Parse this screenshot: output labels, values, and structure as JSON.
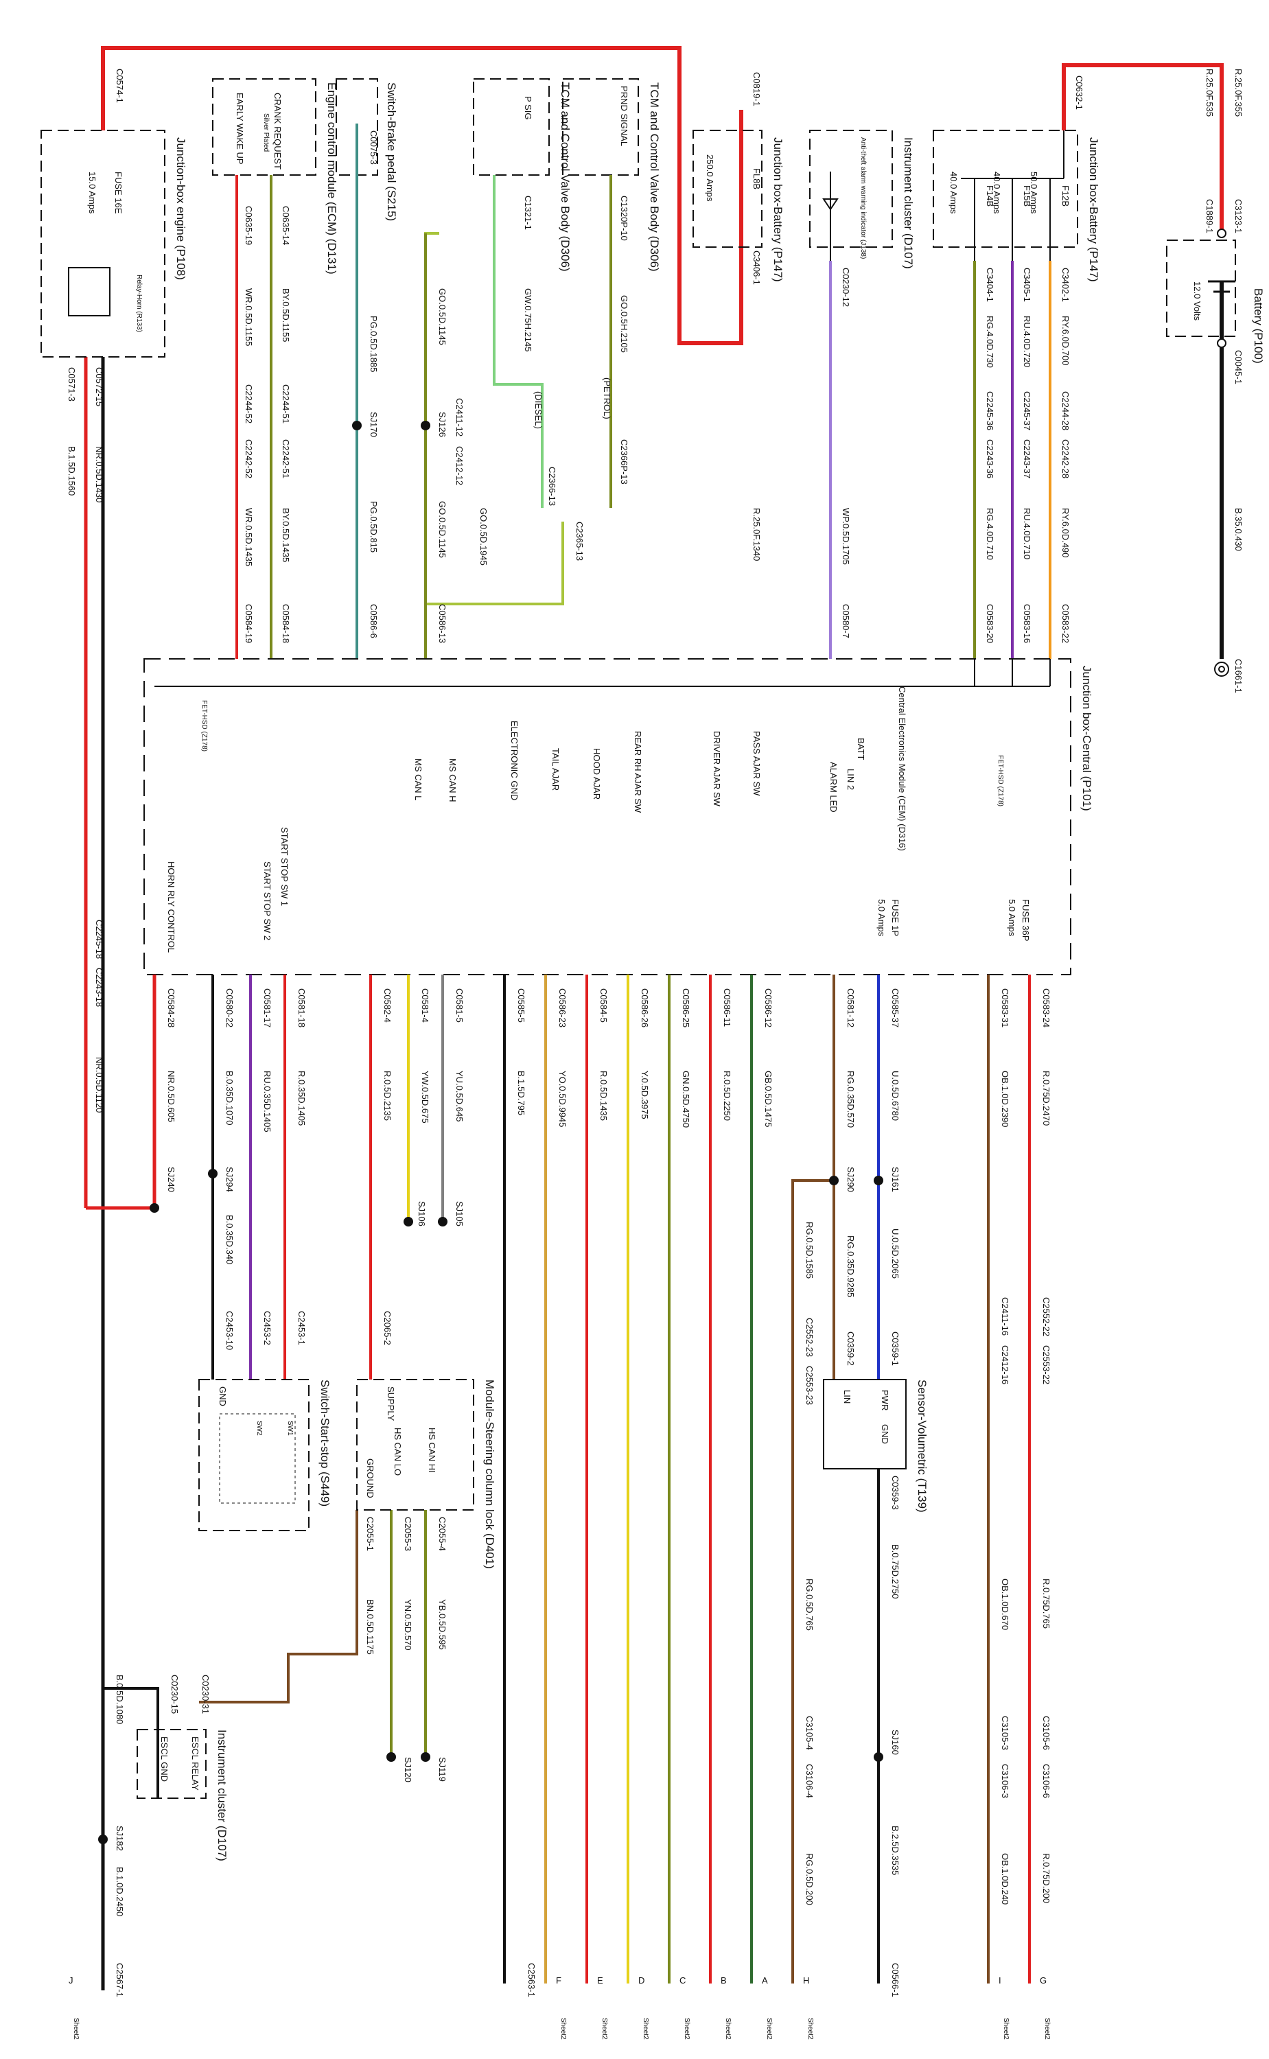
{
  "colors": {
    "red": "#e02020",
    "black": "#111111",
    "orange": "#f29a1c",
    "purple": "#7b2fa8",
    "olive": "#7a8a1e",
    "green": "#3c9a3c",
    "yellow": "#e6d21a",
    "brown": "#7a4a22",
    "blue": "#1f33c7",
    "teal": "#3f8f86",
    "grey": "#808080",
    "lightgreen": "#7fd27f",
    "gold": "#d4a23a",
    "darkgreen": "#2f6b2f",
    "violet": "#9d7bd8"
  },
  "components": {
    "battery": "Battery (P100)",
    "battery_volts": "12.0 Volts",
    "jb_battery": "Junction box-Battery (P147)",
    "jb_battery_fuses": [
      {
        "id": "F12B",
        "amps": "50.0 Amps"
      },
      {
        "id": "F15B",
        "amps": "40.0 Amps"
      },
      {
        "id": "F14B",
        "amps": "40.0 Amps"
      }
    ],
    "jb_battery2": "Junction box-Battery (P147)",
    "jb_battery2_fuse": "FL8B",
    "jb_battery2_amps": "250.0 Amps",
    "ic": "Instrument cluster (D107)",
    "ic_led": "Anti-theft alarm warning indicator (J138)",
    "tcm1": "TCM and Control Valve Body (D306)",
    "tcm1_pin": "PRND SIGNAL",
    "tcm2": "TCM and Control Valve Body (D306)",
    "tcm2_pin": "P SIG",
    "brake": "Switch-Brake pedal (S215)",
    "ecm": "Engine control module (ECM) (D131)",
    "ecm_pins": [
      "CRANK REQUEST",
      "EARLY WAKE UP"
    ],
    "ecm_note": "Silver Plated",
    "jb_engine": "Junction-box engine (P108)",
    "jb_engine_fuse": "FUSE 16E",
    "jb_engine_amps": "15.0 Amps",
    "relay": "Relay-Horn (R133)",
    "jb_central": "Junction box-Central (P101)",
    "cem": "Central Electronics Module (CEM) (D316)",
    "cem_pins": [
      "BATT",
      "LIN 2",
      "ALARM LED",
      "PASS AJAR SW",
      "DRIVER AJAR SW",
      "REAR RH AJAR SW",
      "HOOD AJAR",
      "TAIL AJAR",
      "ELECTRONIC GND",
      "MS CAN H",
      "MS CAN L",
      "START STOP SW 1",
      "START STOP SW 2",
      "HORN RLY CONTROL"
    ],
    "fet_hsd_1": "FET-HSD (Z178)",
    "fet_hsd_2": "FET-HSD (Z178)",
    "fuse36p": "FUSE 36P",
    "fuse36p_amps": "5.0 Amps",
    "fuse1p": "FUSE 1P",
    "fuse1p_amps": "5.0 Amps",
    "sensor": "Sensor-Volumetric (T139)",
    "sensor_pins": [
      "PWR",
      "GND",
      "LIN"
    ],
    "switch_start": "Switch-Start-stop (S449)",
    "switch_start_pins": [
      "SW1",
      "SW2",
      "GND"
    ],
    "steering": "Module-Steering column lock (D401)",
    "steering_pins": [
      "HS CAN HI",
      "HS CAN LO",
      "SUPPLY",
      "GROUND"
    ],
    "ic2": "Instrument cluster (D107)",
    "ic2_pins": [
      "ESCL RELAY",
      "ESCL GND"
    ]
  },
  "connectors": {
    "c0574": "C0574-1",
    "c0572": "C0572-15",
    "c0571": "C0571-3",
    "c0635_14": "C0635-14",
    "c0635_19": "C0635-19",
    "c0075": "C0075-3",
    "c1321": "C1321-1",
    "c1320": "C1320P-10",
    "c0819": "C0819-1",
    "c3406": "C3406-1",
    "c0230_12": "C0230-12",
    "c0632": "C0632-1",
    "c3404": "C3404-1",
    "c3405": "C3405-1",
    "c3402": "C3402-1",
    "c3123": "C3123-1",
    "c1889": "C1889-1",
    "c0045": "C0045-1",
    "c2244_51": "C2244-51",
    "c2244_52": "C2244-52",
    "c2242_51": "C2242-51",
    "c2242_52": "C2242-52",
    "c2411_12": "C2411-12",
    "c2412_12": "C2412-12",
    "c2366p": "C2366P-13",
    "c2366_13": "C2366-13",
    "c2365_13": "C2365-13",
    "c2245_36": "C2245-36",
    "c2243_36": "C2243-36",
    "c2245_37": "C2245-37",
    "c2243_37": "C2243-37",
    "c2244_28": "C2244-28",
    "c2242_28": "C2242-28",
    "c0584_19": "C0584-19",
    "c0584_18": "C0584-18",
    "c0586_6": "C0586-6",
    "c0586_13": "C0586-13",
    "c0580_7": "C0580-7",
    "c0583_20": "C0583-20",
    "c0583_16": "C0583-16",
    "c0583_22": "C0583-22",
    "c1661": "C1661-1",
    "c2245_18": "C2245-18",
    "c2243_18": "C2243-18",
    "c0584_28": "C0584-28",
    "c0580_22": "C0580-22",
    "c0581_17": "C0581-17",
    "c0581_18": "C0581-18",
    "c0582_4": "C0582-4",
    "c0581_4": "C0581-4",
    "c0581_5": "C0581-5",
    "c0585_5": "C0585-5",
    "c0586_23": "C0586-23",
    "c0584_5": "C0584-5",
    "c0586_26": "C0586-26",
    "c0586_25": "C0586-25",
    "c0586_11": "C0586-11",
    "c0586_12": "C0586-12",
    "c0581_12": "C0581-12",
    "c0585_37": "C0585-37",
    "c0583_31": "C0583-31",
    "c0583_24": "C0583-24",
    "c2453_10": "C2453-10",
    "c2453_2": "C2453-2",
    "c2453_1": "C2453-1",
    "c2065_2": "C2065-2",
    "c2055_4": "C2055-4",
    "c2055_3": "C2055-3",
    "c2055_1": "C2055-1",
    "c0230_31": "C0230-31",
    "c0230_15": "C0230-15",
    "c2552_23": "C2552-23",
    "c2553_23": "C2553-23",
    "c0359_2": "C0359-2",
    "c0359_1": "C0359-1",
    "c0359_3": "C0359-3",
    "c2411_16": "C2411-16",
    "c2412_16": "C2412-16",
    "c2552_22": "C2552-22",
    "c2553_22": "C2553-22",
    "c3105_4": "C3105-4",
    "c3106_4": "C3106-4",
    "c3105_3": "C3105-3",
    "c3106_3": "C3106-3",
    "c3105_6": "C3105-6",
    "c3106_6": "C3106-6",
    "c2567": "C2567-1",
    "c2563": "C2563-1",
    "c0566": "C0566-1"
  },
  "wires": {
    "w1": "R.25.0F.355",
    "w2": "R.25.0F.535",
    "w3": "B.35.0.430",
    "w4": "NR.0.5D.1430",
    "w5": "B.1.5D.1560",
    "w6": "BY.0.5D.1155",
    "w7": "WR.0.5D.1155",
    "w8": "PG.0.5D.1885",
    "w9": "GO.0.5D.1145",
    "w10": "GW.0.75H.2145",
    "w11": "GO.0.5H.2105",
    "w12": "RG.4.0D.730",
    "w13": "RU.4.0D.720",
    "w14": "RY.6.0D.700",
    "w15": "BY.0.5D.1435",
    "w16": "WR.0.5D.1435",
    "w17": "PG.0.5D.815",
    "w18": "GO.0.5D.1145",
    "w19": "GO.0.5D.1945",
    "w20": "R.25.0F.1340",
    "w21": "WP.0.5D.1705",
    "w22": "RG.4.0D.710",
    "w23": "RU.4.0D.710",
    "w24": "RY.6.0D.490",
    "w25": "NR.0.5D.1120",
    "w26": "NR.0.5D.605",
    "w27": "B.0.35D.1070",
    "w28": "RU.0.35D.1405",
    "w29": "R.0.35D.1405",
    "w30": "R.0.5D.2135",
    "w31": "YW.0.5D.675",
    "w32": "YU.0.5D.645",
    "w33": "B.1.5D.795",
    "w34": "YO.0.5D.9945",
    "w35": "R.0.5D.1435",
    "w36": "Y.0.5D.3975",
    "w37": "GN.0.5D.4750",
    "w38": "R.0.5D.2250",
    "w39": "GB.0.5D.1475",
    "w40": "RG.0.35D.570",
    "w41": "U.0.5D.6780",
    "w42": "OB.1.0D.2390",
    "w43": "R.0.75D.2470",
    "w44": "B.0.35D.340",
    "w45": "RG.0.5D.1585",
    "w46": "RG.0.35D.9285",
    "w47": "U.0.5D.2065",
    "w48": "RG.0.5D.765",
    "w49": "B.0.75D.2750",
    "w50": "OB.1.0D.670",
    "w51": "R.0.75D.765",
    "w52": "YB.0.5D.595",
    "w53": "YN.0.5D.570",
    "w54": "BN.0.5D.1175",
    "w55": "B.0.5D.1080",
    "w56": "B.1.0D.2450",
    "w57": "RG.0.5D.200",
    "w58": "B.2.5D.3535",
    "w59": "OB.1.0D.240",
    "w60": "R.0.75D.200"
  },
  "splices": {
    "sj170": "SJ170",
    "sj126": "SJ126",
    "sj240": "SJ240",
    "sj294": "SJ294",
    "sj106": "SJ106",
    "sj105": "SJ105",
    "sj290": "SJ290",
    "sj161": "SJ161",
    "sj119": "SJ119",
    "sj120": "SJ120",
    "sj182": "SJ182",
    "sj160": "SJ160"
  },
  "notes": {
    "petrol": "(PETROL)",
    "diesel": "(DIESEL)"
  },
  "sheet_refs": [
    {
      "letter": "J",
      "label": "Sheet2"
    },
    {
      "letter": "F",
      "label": "Sheet2"
    },
    {
      "letter": "E",
      "label": "Sheet2"
    },
    {
      "letter": "D",
      "label": "Sheet2"
    },
    {
      "letter": "C",
      "label": "Sheet2"
    },
    {
      "letter": "B",
      "label": "Sheet2"
    },
    {
      "letter": "A",
      "label": "Sheet2"
    },
    {
      "letter": "H",
      "label": "Sheet2"
    },
    {
      "letter": "I",
      "label": "Sheet2"
    },
    {
      "letter": "G",
      "label": "Sheet2"
    }
  ],
  "sheet_label": "Sheet2"
}
